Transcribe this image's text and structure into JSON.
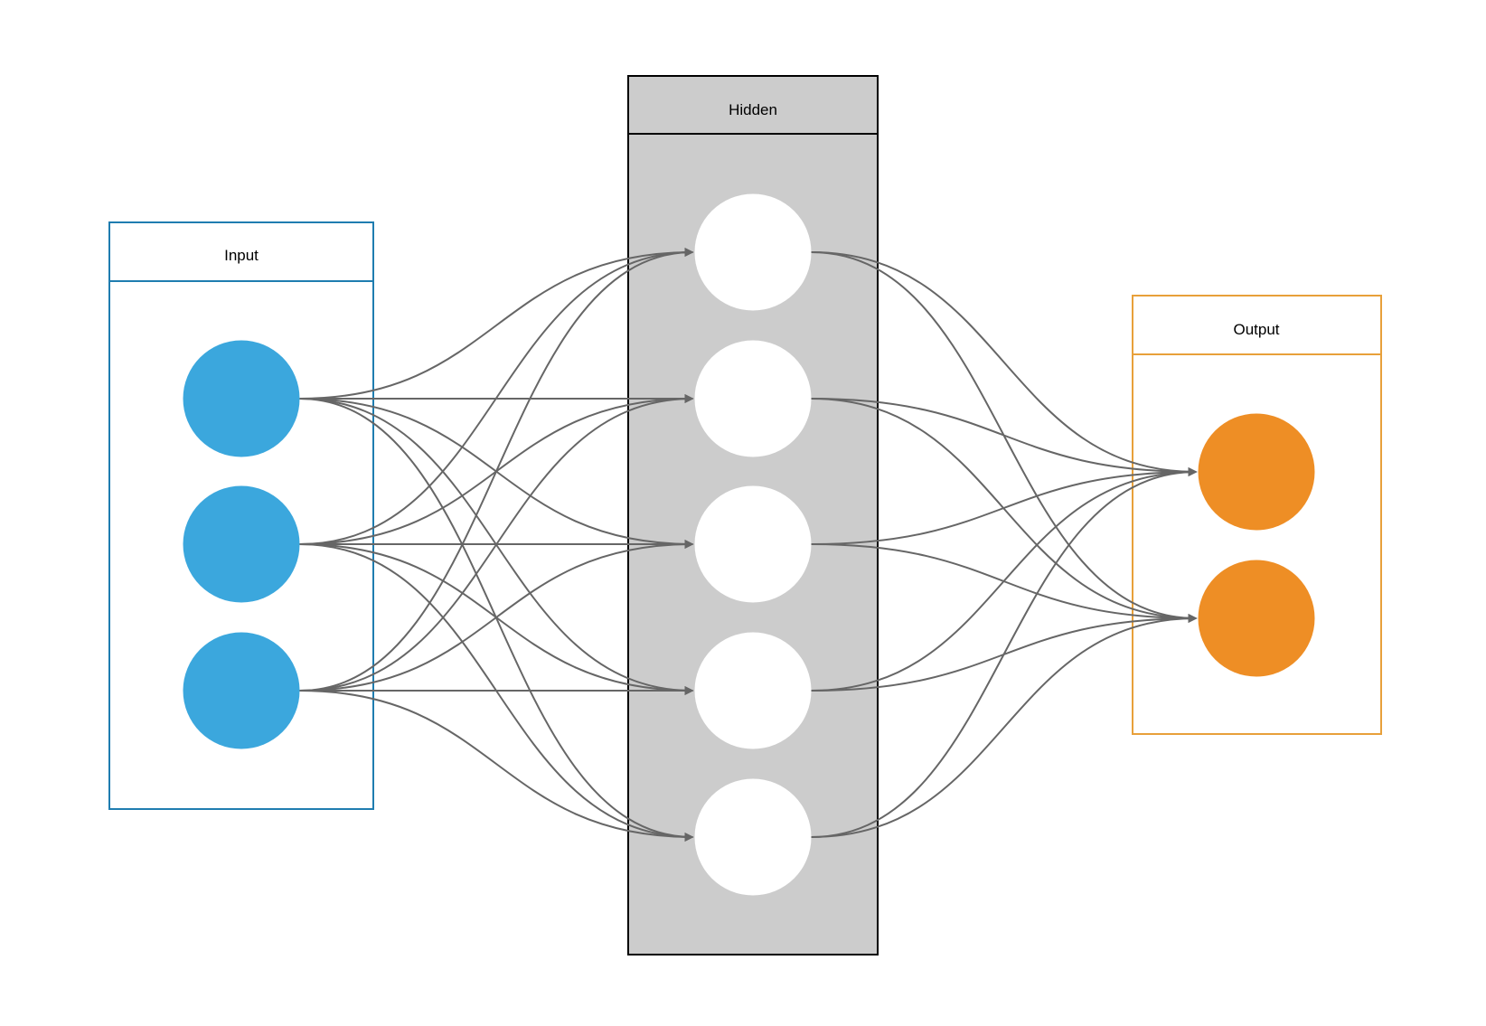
{
  "layers": [
    {
      "id": "input",
      "title": "Input",
      "node_count": 3,
      "border_color": "#1F7DB0",
      "header_fill": "#FFFFFF",
      "body_fill": "#FFFFFF",
      "node_color": "#3BA7DD"
    },
    {
      "id": "hidden",
      "title": "Hidden",
      "node_count": 5,
      "border_color": "#000000",
      "header_fill": "#CCCCCC",
      "body_fill": "#CCCCCC",
      "node_color": "#FFFFFF"
    },
    {
      "id": "output",
      "title": "Output",
      "node_count": 2,
      "border_color": "#E8A03A",
      "header_fill": "#FFFFFF",
      "body_fill": "#FFFFFF",
      "node_color": "#EE8E25"
    }
  ],
  "connections": "fully-connected",
  "edge_color": "#666666"
}
